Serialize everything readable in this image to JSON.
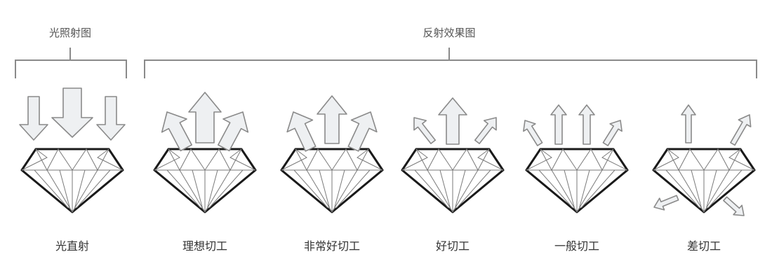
{
  "groups": {
    "incident": "光照射图",
    "reflection": "反射效果图"
  },
  "captions": [
    "光直射",
    "理想切工",
    "非常好切工",
    "好切工",
    "一般切工",
    "差切工"
  ],
  "colors": {
    "stroke": "#8a8a8a",
    "fill": "#eef0f2",
    "diamond": "#1a1a1a",
    "facet": "#7a7a7a",
    "bracket": "#8a8a8a"
  }
}
